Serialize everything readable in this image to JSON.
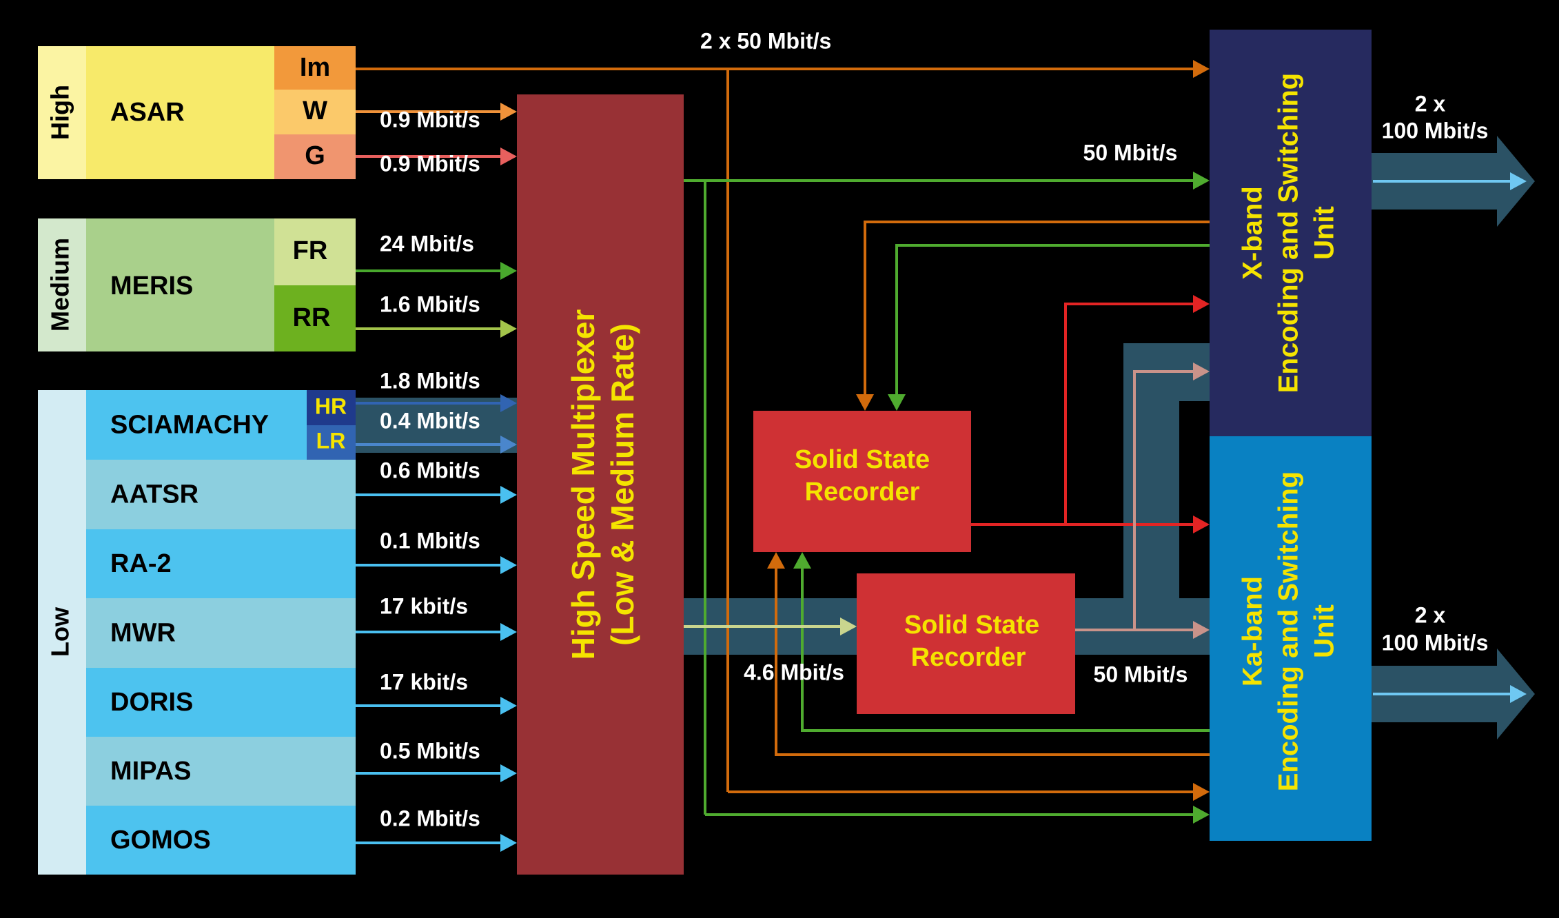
{
  "colors": {
    "background": "#000000",
    "high_rate_col": "#fbf4a3",
    "asar_body": "#f7ea6a",
    "asar_im": "#f2993b",
    "asar_w": "#fbc96a",
    "asar_g": "#f0956f",
    "medium_rate_col": "#d3e8cc",
    "meris_body": "#a9d08b",
    "meris_fr": "#d0e195",
    "meris_rr": "#6db11f",
    "low_rate_col": "#d3ecf3",
    "low_row_a": "#4dc3ef",
    "low_row_b": "#8ccfdf",
    "sciamachy_hr": "#1f3a8c",
    "sciamachy_lr": "#3164b2",
    "multiplexer": "#983135",
    "recorder": "#cf3134",
    "xband": "#262a5f",
    "kaband": "#0981c2",
    "teal_band": "#2b5265",
    "orange_line": "#d26b0c",
    "green_line": "#4fab2f",
    "red_line": "#e32424",
    "pink_line": "#c9938a",
    "pale_line": "#c9d58e",
    "light_blue_line": "#4ac0f0",
    "output_line": "#6fc8f2",
    "asar_w_line": "#f0923a",
    "asar_g_line": "#e8605e",
    "meris_fr_line": "#49a82d",
    "meris_rr_line": "#a3c44b",
    "hr_line": "#3164b2",
    "lr_line": "#4a86cc",
    "yellow_text": "#f5e400"
  },
  "groups": [
    {
      "rate": "High",
      "instruments": [
        {
          "name": "ASAR",
          "modes": [
            {
              "label": "Im",
              "rate": null
            },
            {
              "label": "W",
              "rate": "0.9 Mbit/s"
            },
            {
              "label": "G",
              "rate": "0.9 Mbit/s"
            }
          ]
        }
      ]
    },
    {
      "rate": "Medium",
      "instruments": [
        {
          "name": "MERIS",
          "modes": [
            {
              "label": "FR",
              "rate": "24 Mbit/s"
            },
            {
              "label": "RR",
              "rate": "1.6 Mbit/s"
            }
          ]
        }
      ]
    },
    {
      "rate": "Low",
      "instruments": [
        {
          "name": "SCIAMACHY",
          "modes": [
            {
              "label": "HR",
              "rate": "1.8 Mbit/s"
            },
            {
              "label": "LR",
              "rate": "0.4 Mbit/s"
            }
          ]
        },
        {
          "name": "AATSR",
          "rate": "0.6 Mbit/s"
        },
        {
          "name": "RA-2",
          "rate": "0.1 Mbit/s"
        },
        {
          "name": "MWR",
          "rate": "17 kbit/s"
        },
        {
          "name": "DORIS",
          "rate": "17 kbit/s"
        },
        {
          "name": "MIPAS",
          "rate": "0.5 Mbit/s"
        },
        {
          "name": "GOMOS",
          "rate": "0.2 Mbit/s"
        }
      ]
    }
  ],
  "multiplexer": {
    "line1": "High Speed Multiplexer",
    "line2": "(Low & Medium Rate)"
  },
  "recorders": [
    {
      "line1": "Solid State",
      "line2": "Recorder"
    },
    {
      "line1": "Solid State",
      "line2": "Recorder"
    }
  ],
  "xband": {
    "line1": "X-band",
    "line2": "Encoding and Switching",
    "line3": "Unit",
    "output_line1": "2 x",
    "output_line2": "100 Mbit/s"
  },
  "kaband": {
    "line1": "Ka-band",
    "line2": "Encoding and Switching",
    "line3": "Unit",
    "output_line1": "2 x",
    "output_line2": "100 Mbit/s"
  },
  "rates": {
    "asar_im_direct": "2 x 50 Mbit/s",
    "mux_to_xband": "50 Mbit/s",
    "mux_to_recorder": "4.6 Mbit/s",
    "recorder_to_bands": "50 Mbit/s"
  }
}
